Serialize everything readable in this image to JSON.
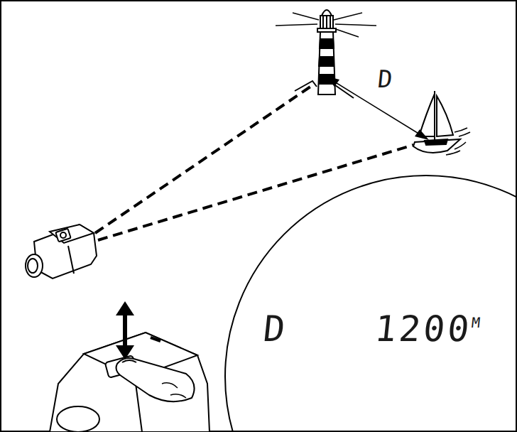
{
  "diagram": {
    "labels": [
      "D",
      "D",
      "1200",
      "M"
    ]
  }
}
